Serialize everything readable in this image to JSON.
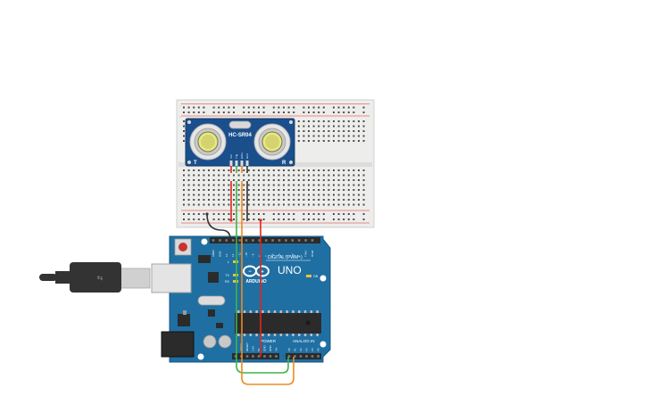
{
  "circuit": {
    "sensor": {
      "model": "HC-SR04",
      "left_mark": "T",
      "right_mark": "R",
      "pins": [
        "Vcc",
        "Trig",
        "Echo",
        "Gnd"
      ]
    },
    "arduino": {
      "brand": "ARDUINO",
      "model": "UNO",
      "header_digital": "DIGITAL (PWM~)",
      "header_power": "POWER",
      "header_analog": "ANALOG IN",
      "led_on": "ON",
      "led_labels": [
        "L",
        "TX",
        "RX"
      ],
      "digital_top_labels": [
        "AREF",
        "GND",
        "13",
        "12",
        "~11",
        "~10",
        "~9",
        "8",
        "7",
        "~6",
        "~5",
        "4",
        "~3",
        "2",
        "TX▸1",
        "RX◂0"
      ],
      "power_labels": [
        "IOREF",
        "RESET",
        "3.3V",
        "5V",
        "GND",
        "GND",
        "Vin"
      ],
      "analog_labels": [
        "A0",
        "A1",
        "A2",
        "A3",
        "A4",
        "A5"
      ]
    },
    "wire_colors": {
      "vcc": "#e3261c",
      "trig": "#3fb34a",
      "echo": "#ef8a1c",
      "gnd": "#333333",
      "rail": "#e3261c"
    },
    "colors": {
      "board": "#1f6fa3",
      "sensor_pcb": "#1a4f8c",
      "breadboard": "#ededeb",
      "usb_cable": "#333333"
    }
  }
}
